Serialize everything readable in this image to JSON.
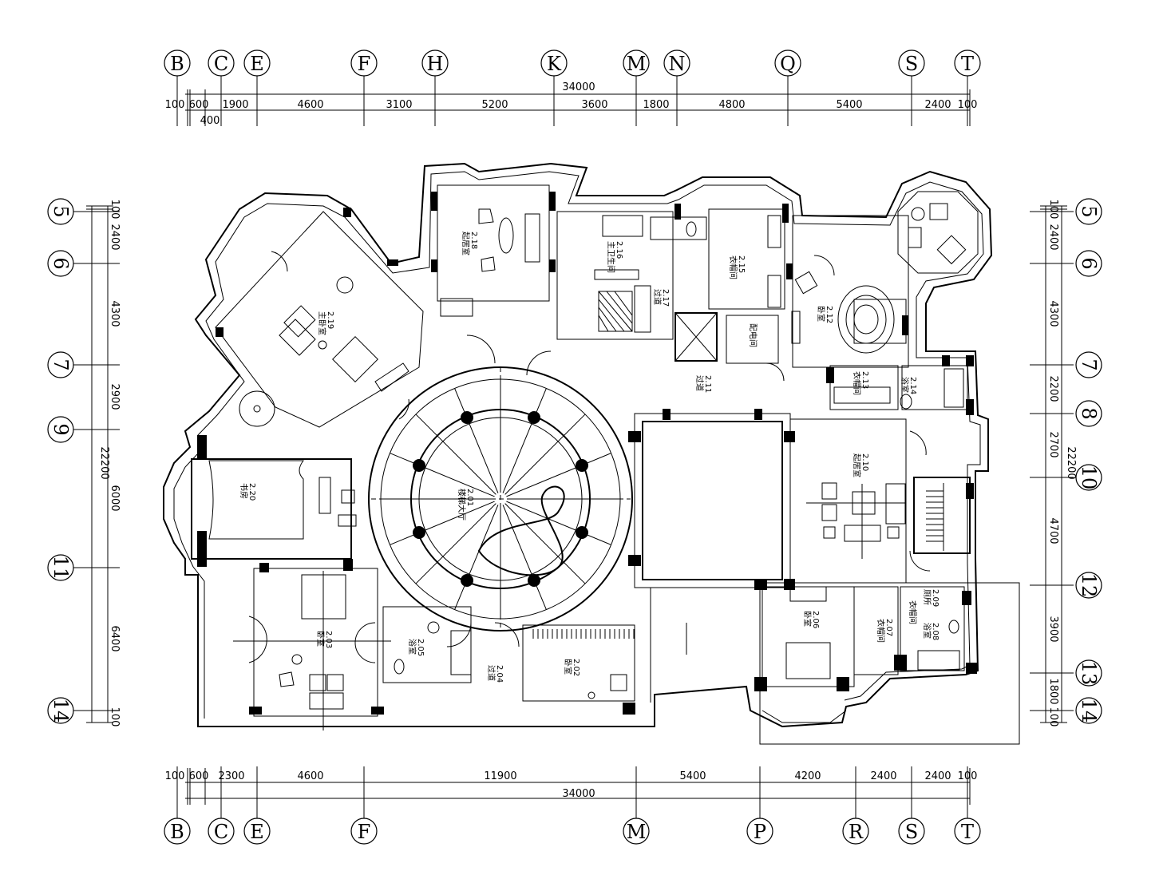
{
  "top_axes": [
    "B",
    "C",
    "E",
    "F",
    "H",
    "K",
    "M",
    "N",
    "Q",
    "S",
    "T"
  ],
  "top_total": "34000",
  "top_dims": [
    "100",
    "600",
    "1900",
    "4600",
    "3100",
    "5200",
    "3600",
    "1800",
    "4800",
    "5400",
    "2400",
    "100"
  ],
  "top_sub_dim": "400",
  "bottom_axes": [
    "B",
    "C",
    "E",
    "F",
    "M",
    "P",
    "R",
    "S",
    "T"
  ],
  "bottom_total": "34000",
  "bottom_dims": [
    "100",
    "600",
    "2300",
    "4600",
    "11900",
    "5400",
    "4200",
    "2400",
    "2400",
    "100"
  ],
  "left_axes": [
    "5",
    "6",
    "7",
    "9",
    "11",
    "14"
  ],
  "left_total": "22200",
  "left_dims": [
    "100",
    "2400",
    "4300",
    "2900",
    "6000",
    "6400",
    "100"
  ],
  "right_axes": [
    "5",
    "6",
    "7",
    "8",
    "10",
    "12",
    "13",
    "14"
  ],
  "right_total": "22200",
  "right_dims": [
    "100",
    "2400",
    "4300",
    "2200",
    "2700",
    "4700",
    "3900",
    "1800",
    "100"
  ],
  "rooms": [
    {
      "id": "2.01",
      "name": "楼梯大厅"
    },
    {
      "id": "2.02",
      "name": "卧室"
    },
    {
      "id": "2.03",
      "name": "卧室"
    },
    {
      "id": "2.04",
      "name": "过道"
    },
    {
      "id": "2.05",
      "name": "浴室"
    },
    {
      "id": "2.06",
      "name": "卧室"
    },
    {
      "id": "2.07",
      "name": "衣帽间"
    },
    {
      "id": "2.08",
      "name": "浴室"
    },
    {
      "id": "2.09",
      "name": "厕所"
    },
    {
      "id": "2.10",
      "name": "起居室"
    },
    {
      "id": "2.11",
      "name": "过道"
    },
    {
      "id": "2.12",
      "name": "卧室"
    },
    {
      "id": "2.13",
      "name": "衣帽间"
    },
    {
      "id": "2.14",
      "name": "浴室"
    },
    {
      "id": "2.15",
      "name": "衣帽间"
    },
    {
      "id": "2.16",
      "name": "主卫生间"
    },
    {
      "id": "2.17",
      "name": "过道"
    },
    {
      "id": "2.18",
      "name": "起居室"
    },
    {
      "id": "2.19",
      "name": "主卧室"
    },
    {
      "id": "2.20",
      "name": "书房"
    },
    {
      "id": "2.09b",
      "name": "衣帽间"
    },
    {
      "id": "pantry",
      "name": "配电间"
    }
  ]
}
